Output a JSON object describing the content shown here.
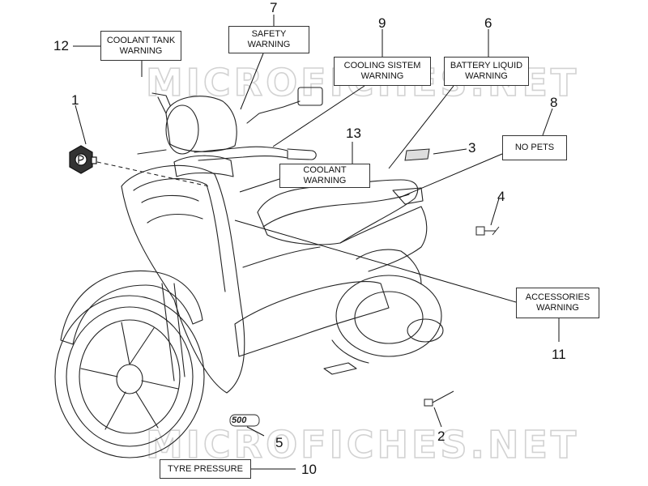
{
  "watermark": "MICROFICHES.NET",
  "labels": {
    "coolant_tank": "COOLANT TANK\nWARNING",
    "safety": "SAFETY\nWARNING",
    "cooling_system": "COOLING SISTEM\nWARNING",
    "battery_liquid": "BATTERY LIQUID\nWARNING",
    "no_pets": "NO PETS",
    "coolant": "COOLANT WARNING",
    "accessories": "ACCESSORIES\nWARNING",
    "tyre_pressure": "TYRE PRESSURE"
  },
  "part_numbers": {
    "n1": "1",
    "n2": "2",
    "n3": "3",
    "n4": "4",
    "n5": "5",
    "n6": "6",
    "n7": "7",
    "n8": "8",
    "n9": "9",
    "n10": "10",
    "n11": "11",
    "n12": "12",
    "n13": "13"
  },
  "badge_text": "500"
}
